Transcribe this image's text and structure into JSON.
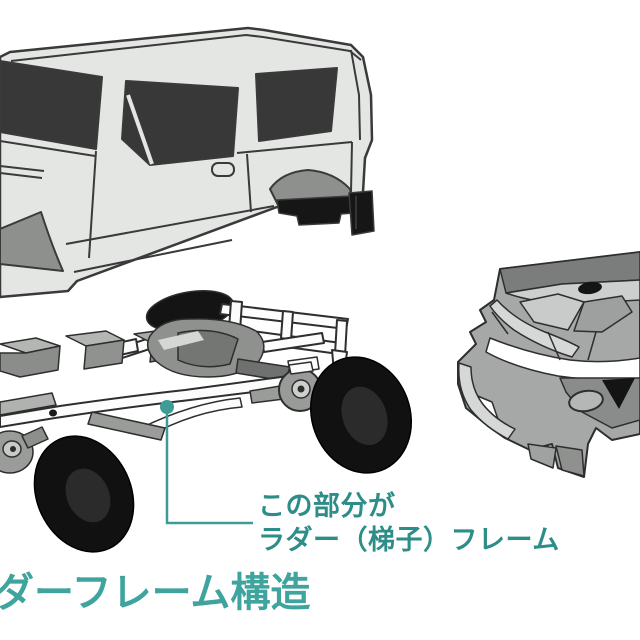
{
  "annotation": {
    "line1": "この部分が",
    "line2": "ラダー（梯子）フレーム"
  },
  "heading": {
    "text": "ダーフレーム構造"
  },
  "colors": {
    "accent_teal": "#3f9b95",
    "annotation_text": "#2d8d88",
    "heading_text": "#3ea49d",
    "car_body_gray": "#e4e6e3",
    "window_dark": "#383838",
    "arch_shadow_gray": "#8e908e",
    "frame_white": "#fcfcfc",
    "component_gray": "#9a9c9a",
    "tire_black": "#111111",
    "outline": "#2e2e2e",
    "background": "#ffffff"
  }
}
